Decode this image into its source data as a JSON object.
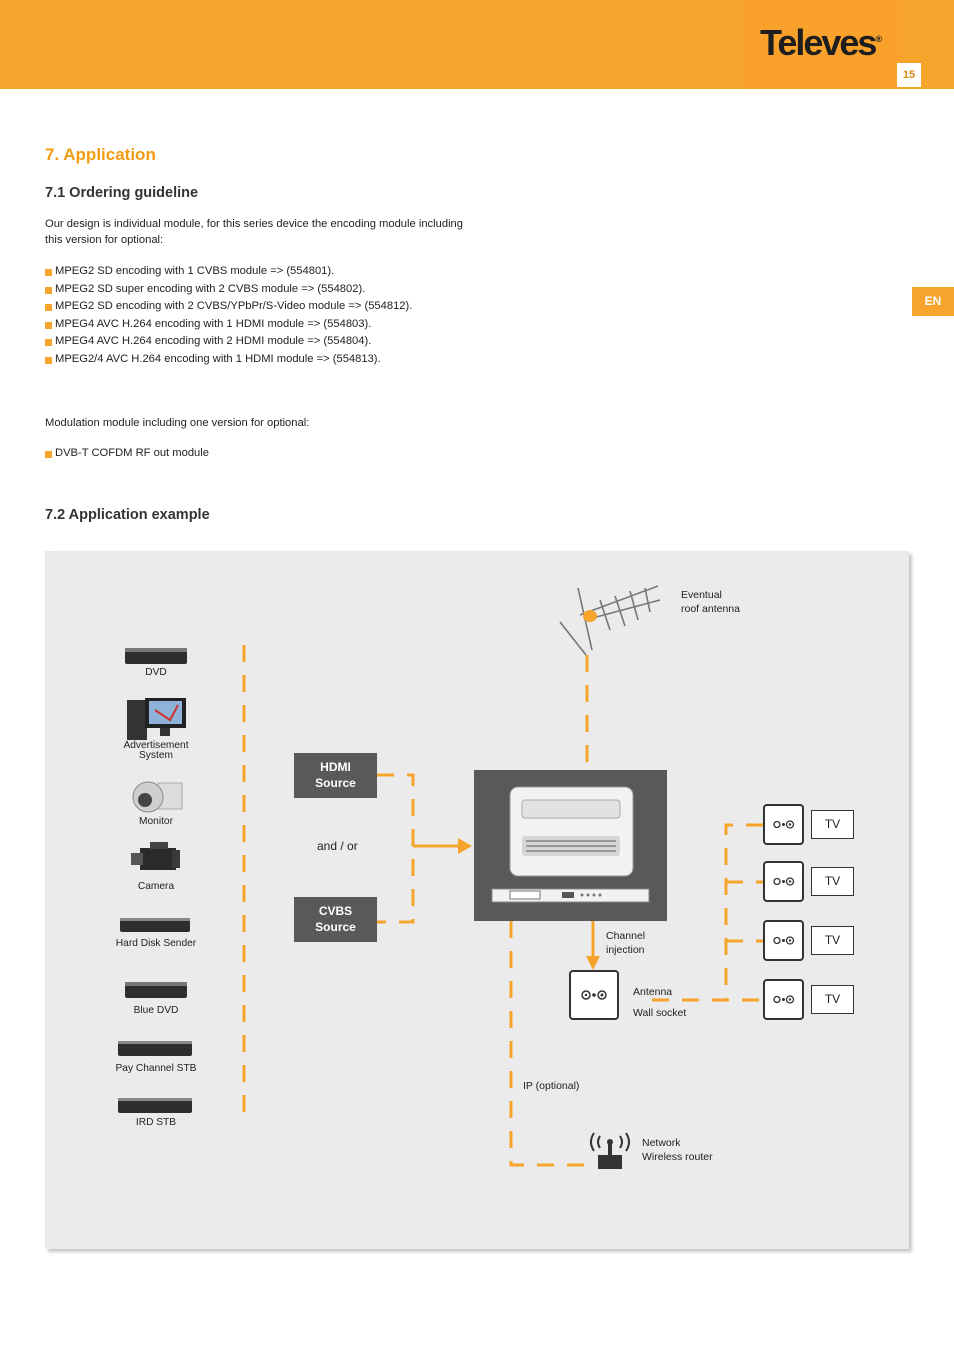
{
  "header": {
    "logo": "Televes",
    "logo_mark": "®",
    "page_number": "15",
    "lang_tab": "EN"
  },
  "section": {
    "title": "7. Application",
    "ordering": {
      "heading": "7.1 Ordering guideline",
      "intro": "Our design is individual module, for this series device the encoding module including this version for optional:",
      "items": [
        "MPEG2 SD encoding with 1 CVBS module   => (554801).",
        "MPEG2 SD super encoding with 2 CVBS module   => (554802).",
        "MPEG2 SD encoding with 2 CVBS/YPbPr/S-Video module   => (554812).",
        "MPEG4 AVC H.264 encoding with 1 HDMI module   => (554803).",
        "MPEG4 AVC H.264 encoding with 2 HDMI module   => (554804).",
        "MPEG2/4 AVC H.264 encoding with 1 HDMI module   => (554813)."
      ],
      "modulation_intro": "Modulation module including one version for optional:",
      "modulation_items": [
        "DVB-T COFDM RF out module"
      ]
    },
    "example": {
      "heading": "7.2 Application example"
    }
  },
  "diagram": {
    "devices": [
      "DVD",
      "Advertisement System",
      "Monitor",
      "Camera",
      "Hard Disk Sender",
      "Blue DVD",
      "Pay Channel STB",
      "IRD STB"
    ],
    "hdmi_source": [
      "HDMI",
      "Source"
    ],
    "cvbs_source": [
      "CVBS",
      "Source"
    ],
    "and_or": "and / or",
    "antenna": [
      "Eventual",
      "roof antenna"
    ],
    "channel_injection": [
      "Channel",
      "injection"
    ],
    "wall_socket": [
      "Antenna",
      "Wall socket"
    ],
    "ip_optional": "IP (optional)",
    "router": [
      "Network",
      "Wireless router"
    ],
    "tv_label": "TV",
    "colors": {
      "accent": "#f7a42c",
      "box": "#58595b",
      "panel": "#ebebeb"
    }
  }
}
